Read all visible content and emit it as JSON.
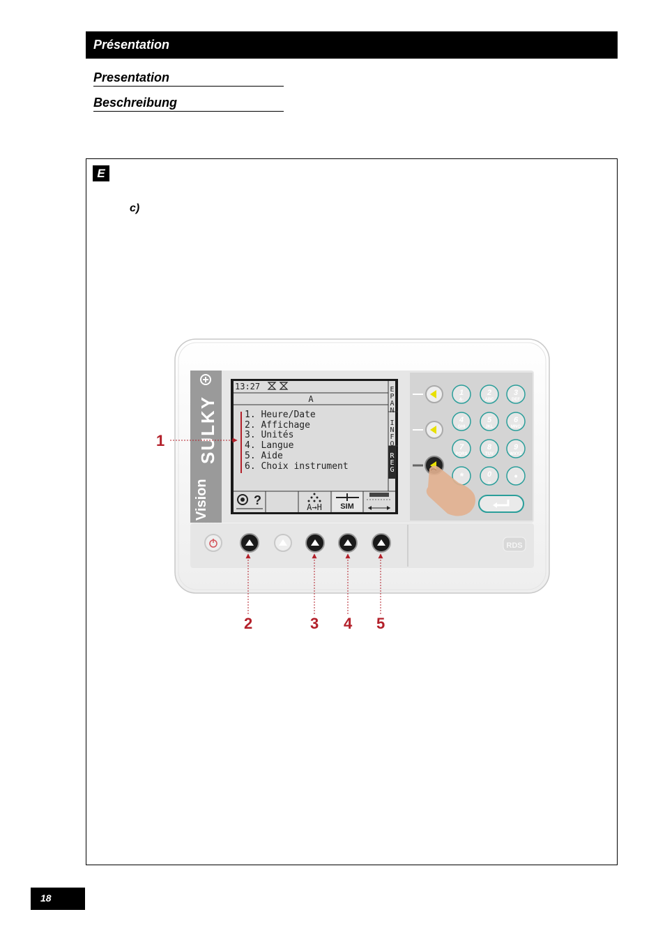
{
  "header": {
    "title": "Présentation",
    "subtitles": [
      "Presentation",
      "Beschreibung"
    ]
  },
  "section": {
    "letter": "E",
    "item": "c)"
  },
  "device": {
    "brand": "SULKY",
    "model": "Vision",
    "maker_logo": "RDS",
    "screen": {
      "time": "13:27",
      "header_value": "A",
      "menu": [
        "1. Heure/Date",
        "2. Affichage",
        "3. Unités",
        "4. Langue",
        "5. Aide",
        "6. Choix instrument"
      ],
      "side_tabs": [
        "EPAN",
        "INFO",
        "REG"
      ],
      "active_tab": "REG",
      "soft_keys": [
        {
          "icon": "help-icon",
          "label": "?"
        },
        {
          "icon": "blank",
          "label": ""
        },
        {
          "icon": "seed-pattern-icon",
          "label": "A→H"
        },
        {
          "icon": "simulation-icon",
          "label": "SIM"
        },
        {
          "icon": "spread-width-icon",
          "label": ""
        }
      ]
    },
    "keypad": [
      {
        "digit": "1",
        "letters": "&-"
      },
      {
        "digit": "2",
        "letters": "ABC"
      },
      {
        "digit": "3",
        "letters": "DEF"
      },
      {
        "digit": "4",
        "letters": "GHI"
      },
      {
        "digit": "5",
        "letters": "JKL"
      },
      {
        "digit": "6",
        "letters": "MNO"
      },
      {
        "digit": "7",
        "letters": "PQRS"
      },
      {
        "digit": "8",
        "letters": "TUV"
      },
      {
        "digit": "9",
        "letters": "WXYZ"
      },
      {
        "digit": "*",
        "letters": ""
      },
      {
        "digit": "0",
        "letters": "␣"
      },
      {
        "digit": "•",
        "letters": ""
      }
    ],
    "callouts": [
      "1",
      "2",
      "3",
      "4",
      "5"
    ]
  },
  "colors": {
    "callout": "#b3202a",
    "key_yellow": "#e8e000",
    "screen_bg": "#dcdcdc",
    "key_teal": "#2a9e9a"
  },
  "page": {
    "number": "18"
  }
}
